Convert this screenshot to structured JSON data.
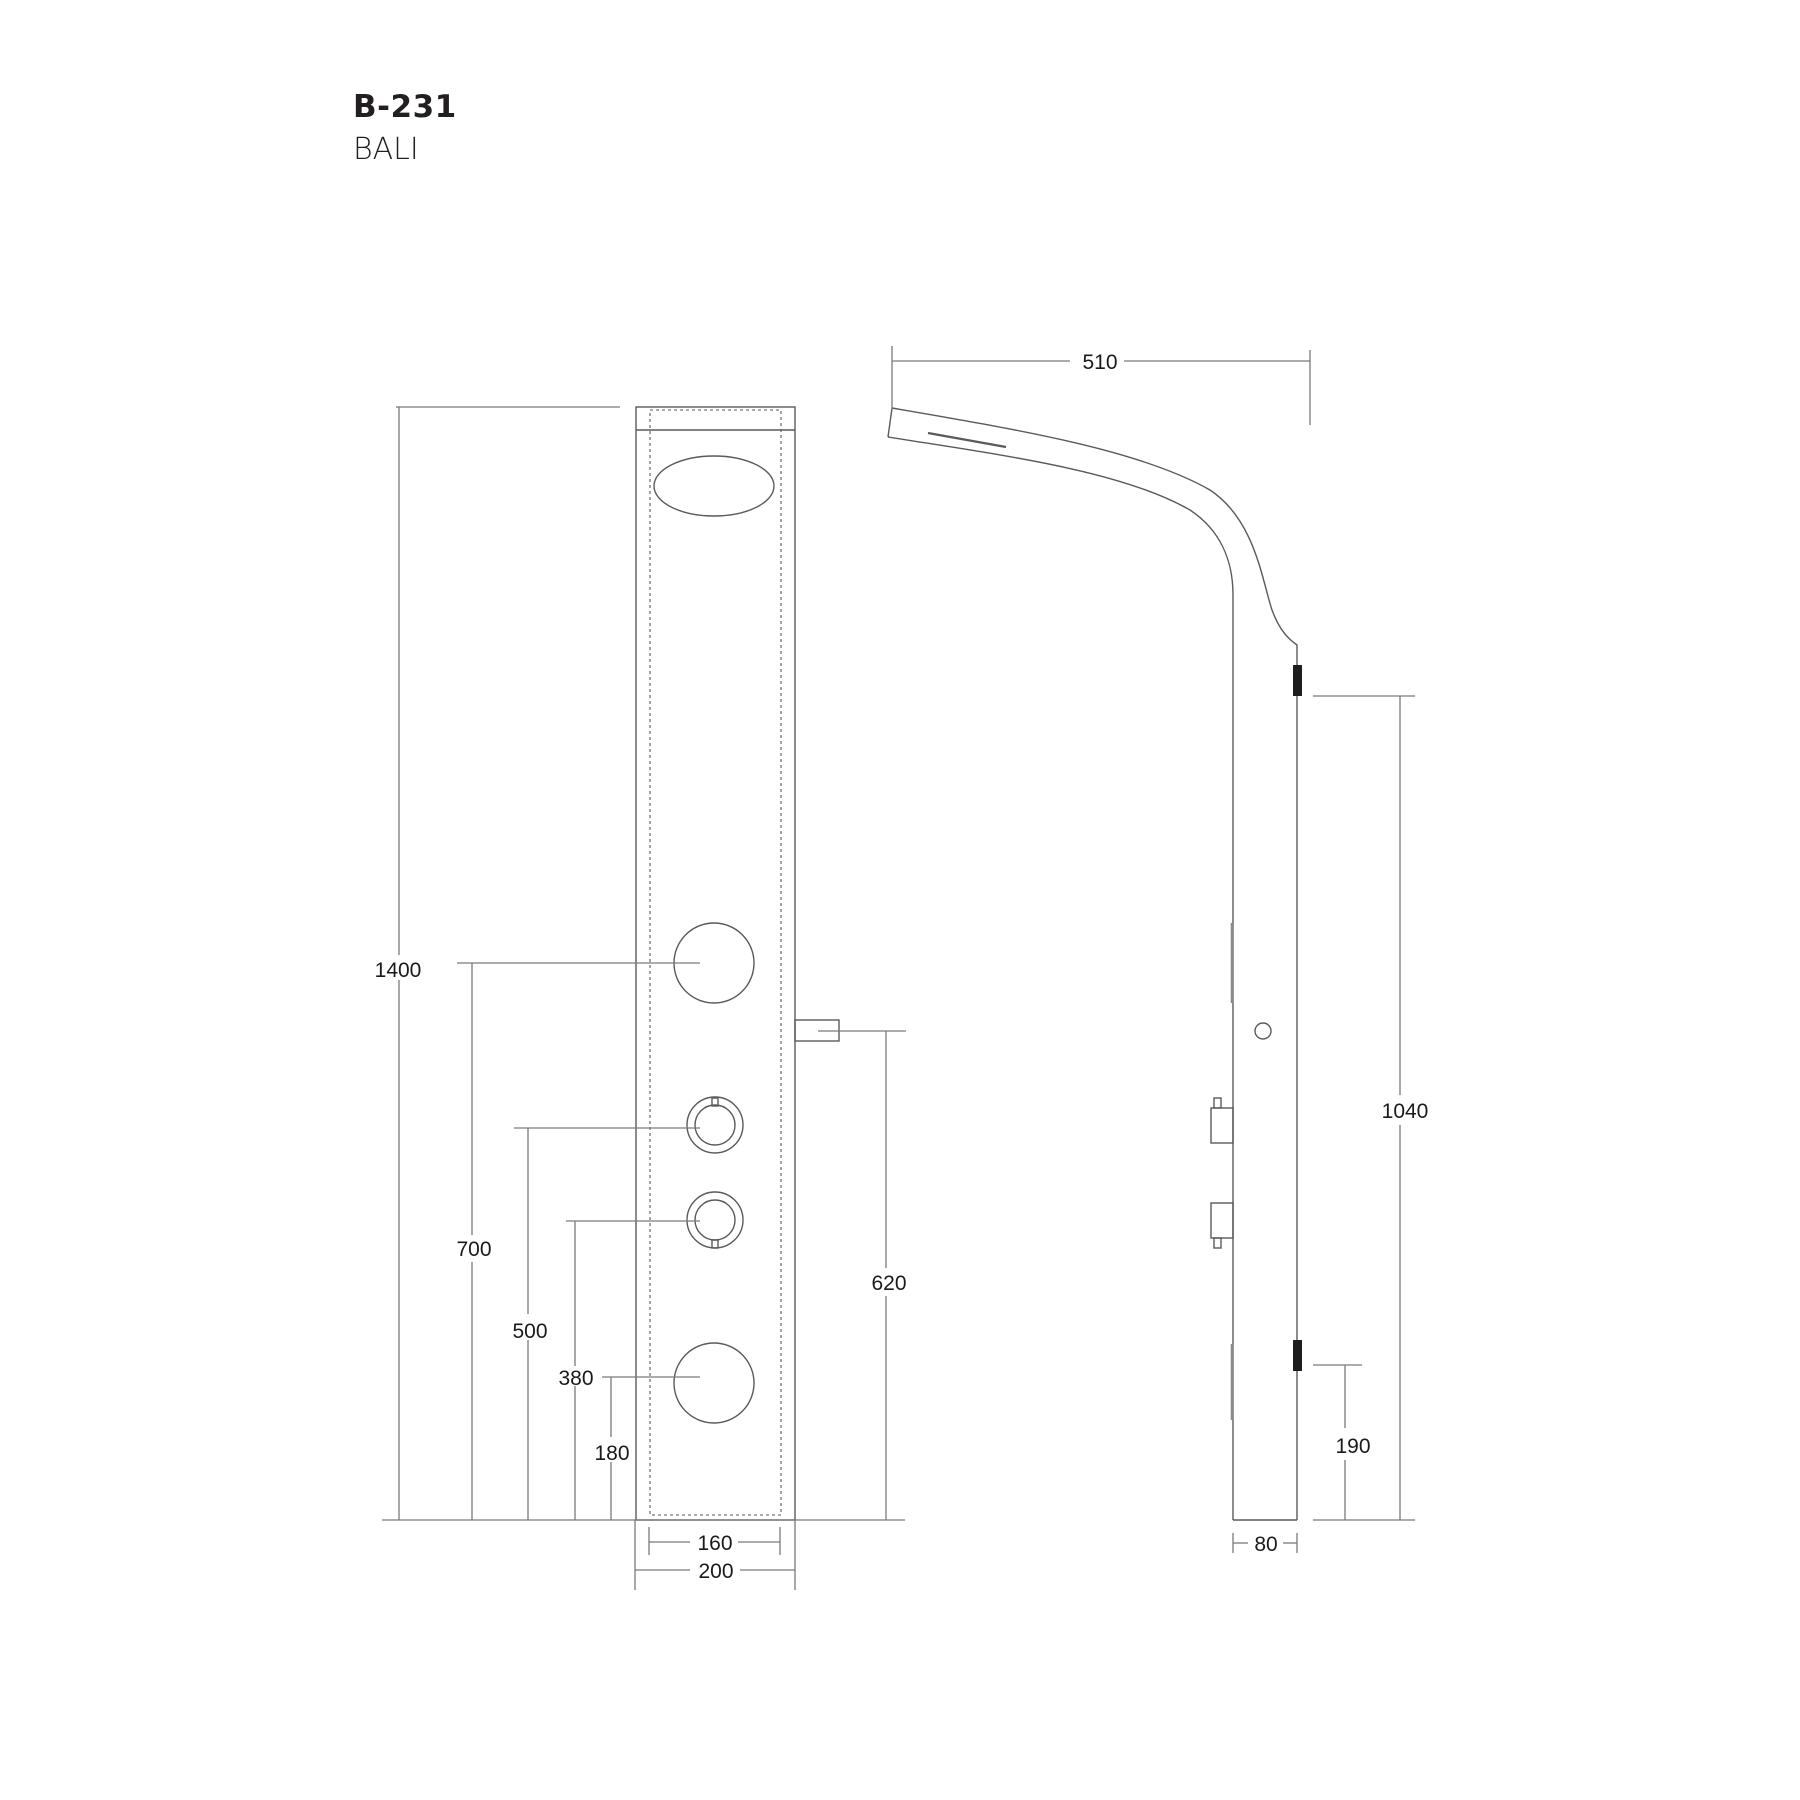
{
  "header": {
    "model_code": "B-231",
    "model_name": "BALI"
  },
  "front_view": {
    "dimensions": {
      "total_height": "1400",
      "upper_jet_height": "700",
      "upper_knob_height": "500",
      "lower_knob_height": "380",
      "lower_jet_height": "180",
      "spout_height": "620",
      "inner_width": "160",
      "outer_width": "200"
    }
  },
  "side_view": {
    "dimensions": {
      "arm_reach": "510",
      "bracket_span": "1040",
      "lower_bracket_height": "190",
      "depth": "80"
    }
  },
  "colors": {
    "line": "#5a5a5a",
    "dim_line": "#7a7a7a",
    "text": "#1a1a1a",
    "bracket": "#1e1e1e"
  }
}
